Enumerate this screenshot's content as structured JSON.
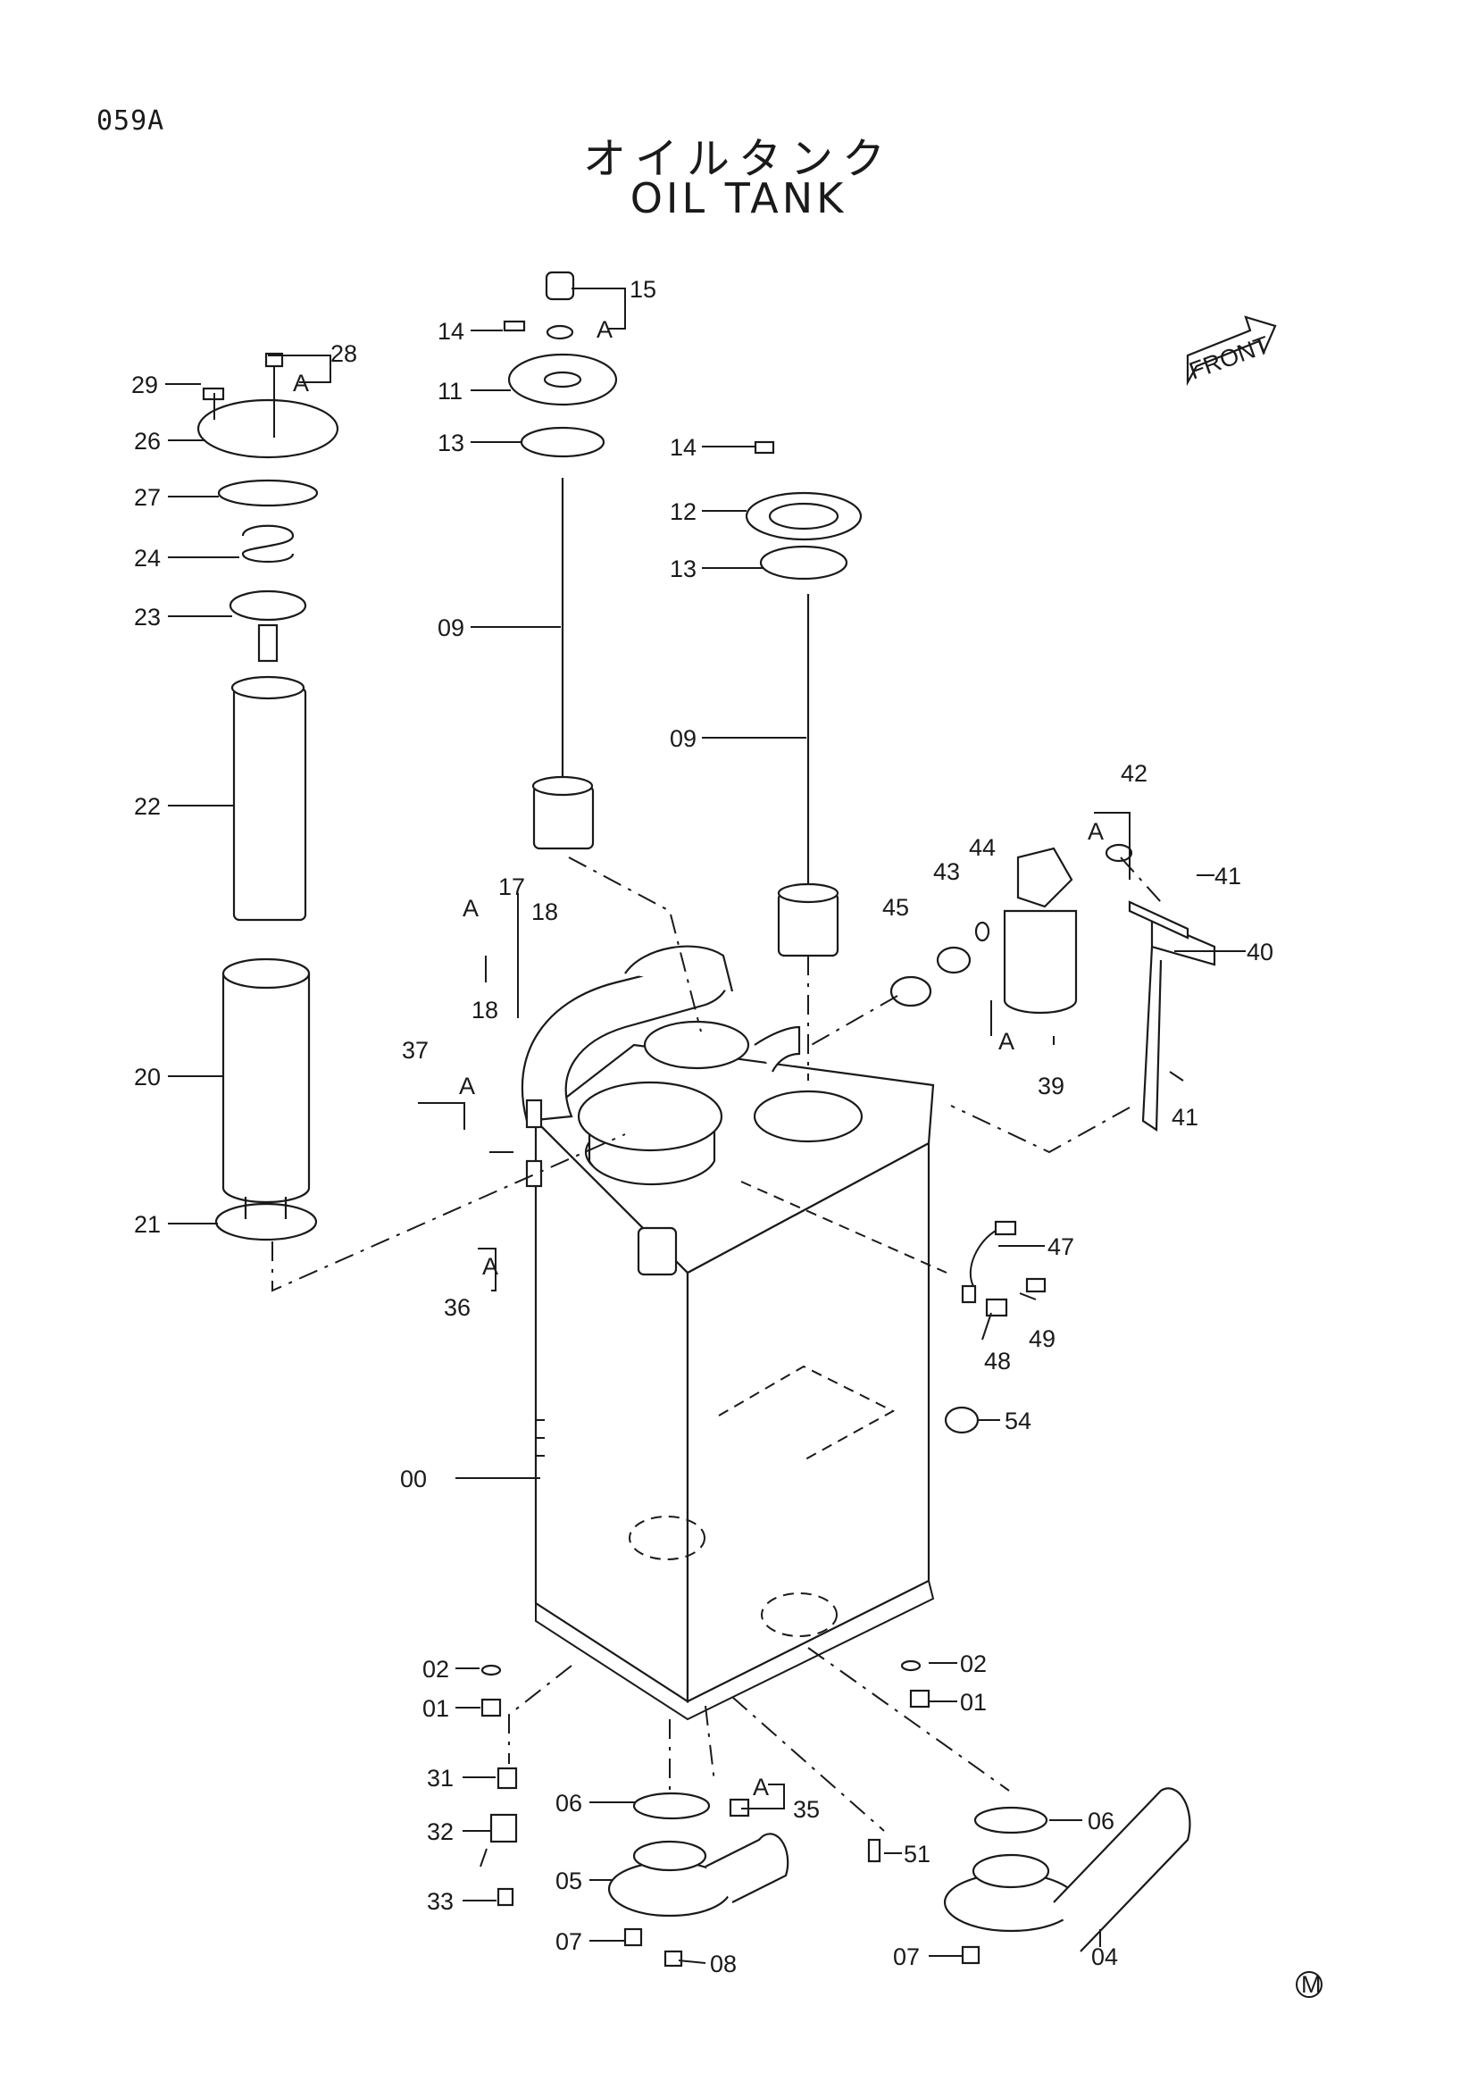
{
  "page": {
    "code": "059A",
    "title_jp": "オイルタンク",
    "title_en": "OIL TANK",
    "direction_label": "FRONT",
    "mark": "M"
  },
  "labels": {
    "p00": "00",
    "p01a": "01",
    "p01b": "01",
    "p02a": "02",
    "p02b": "02",
    "p04": "04",
    "p05": "05",
    "p06a": "06",
    "p06b": "06",
    "p07a": "07",
    "p07b": "07",
    "p08": "08",
    "p09a": "09",
    "p09b": "09",
    "p11": "11",
    "p12": "12",
    "p13a": "13",
    "p13b": "13",
    "p14a": "14",
    "p14b": "14",
    "p15": "15",
    "p17": "17",
    "p18a": "18",
    "p18b": "18",
    "p20": "20",
    "p21": "21",
    "p22": "22",
    "p23": "23",
    "p24": "24",
    "p26": "26",
    "p27": "27",
    "p28": "28",
    "p29": "29",
    "p31": "31",
    "p32": "32",
    "p33": "33",
    "p35": "35",
    "p36": "36",
    "p37": "37",
    "p39": "39",
    "p40": "40",
    "p41a": "41",
    "p41b": "41",
    "p42": "42",
    "p43": "43",
    "p44": "44",
    "p45": "45",
    "p47": "47",
    "p48": "48",
    "p49": "49",
    "p51": "51",
    "p54": "54",
    "ref": "A"
  }
}
